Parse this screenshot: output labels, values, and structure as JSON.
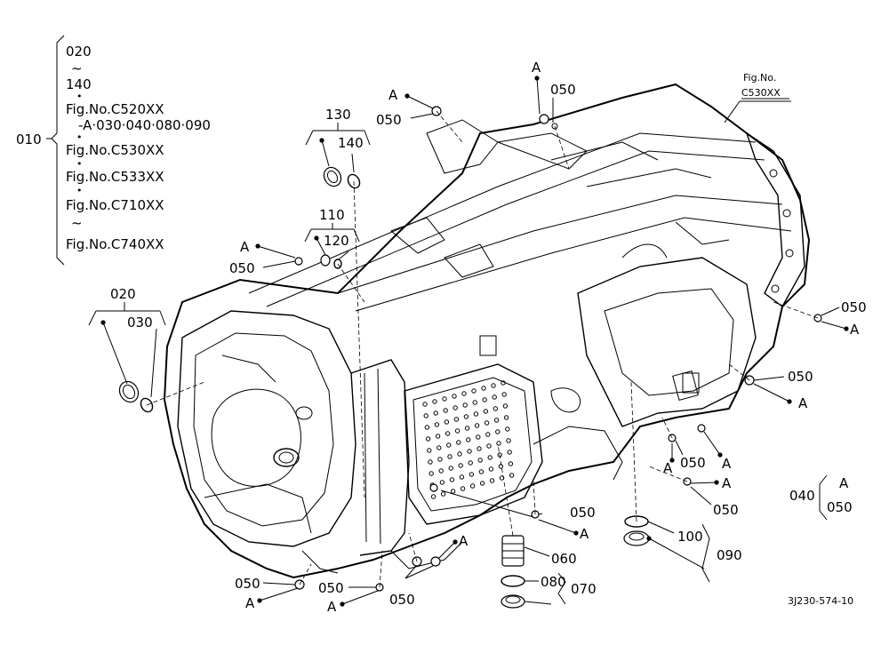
{
  "drawing_id": "3J230-574-10",
  "parts": {
    "p020": "020",
    "p030": "030",
    "p040": "040",
    "p050": "050",
    "p060": "060",
    "p070": "070",
    "p080": "080",
    "p090": "090",
    "p100": "100",
    "p110": "110",
    "p120": "120",
    "p130": "130",
    "p140": "140",
    "p010": "010"
  },
  "ref_letter": "A",
  "tilde": "~",
  "bullet": "•",
  "fig_ref": {
    "label": "Fig.No.",
    "code": "C530XX"
  },
  "legend_010": {
    "line1": "020",
    "line2": "~",
    "line3": "140",
    "line4": "•",
    "line5": "Fig.No.C520XX",
    "line6": "-A·030·040·080·090",
    "line7": "•",
    "line8": "Fig.No.C530XX",
    "line9": "•",
    "line10": "Fig.No.C533XX",
    "line11": "•",
    "line12": "Fig.No.C710XX",
    "line13": "~",
    "line14": "Fig.No.C740XX"
  },
  "legend_040": {
    "a": "A",
    "b": "050"
  }
}
